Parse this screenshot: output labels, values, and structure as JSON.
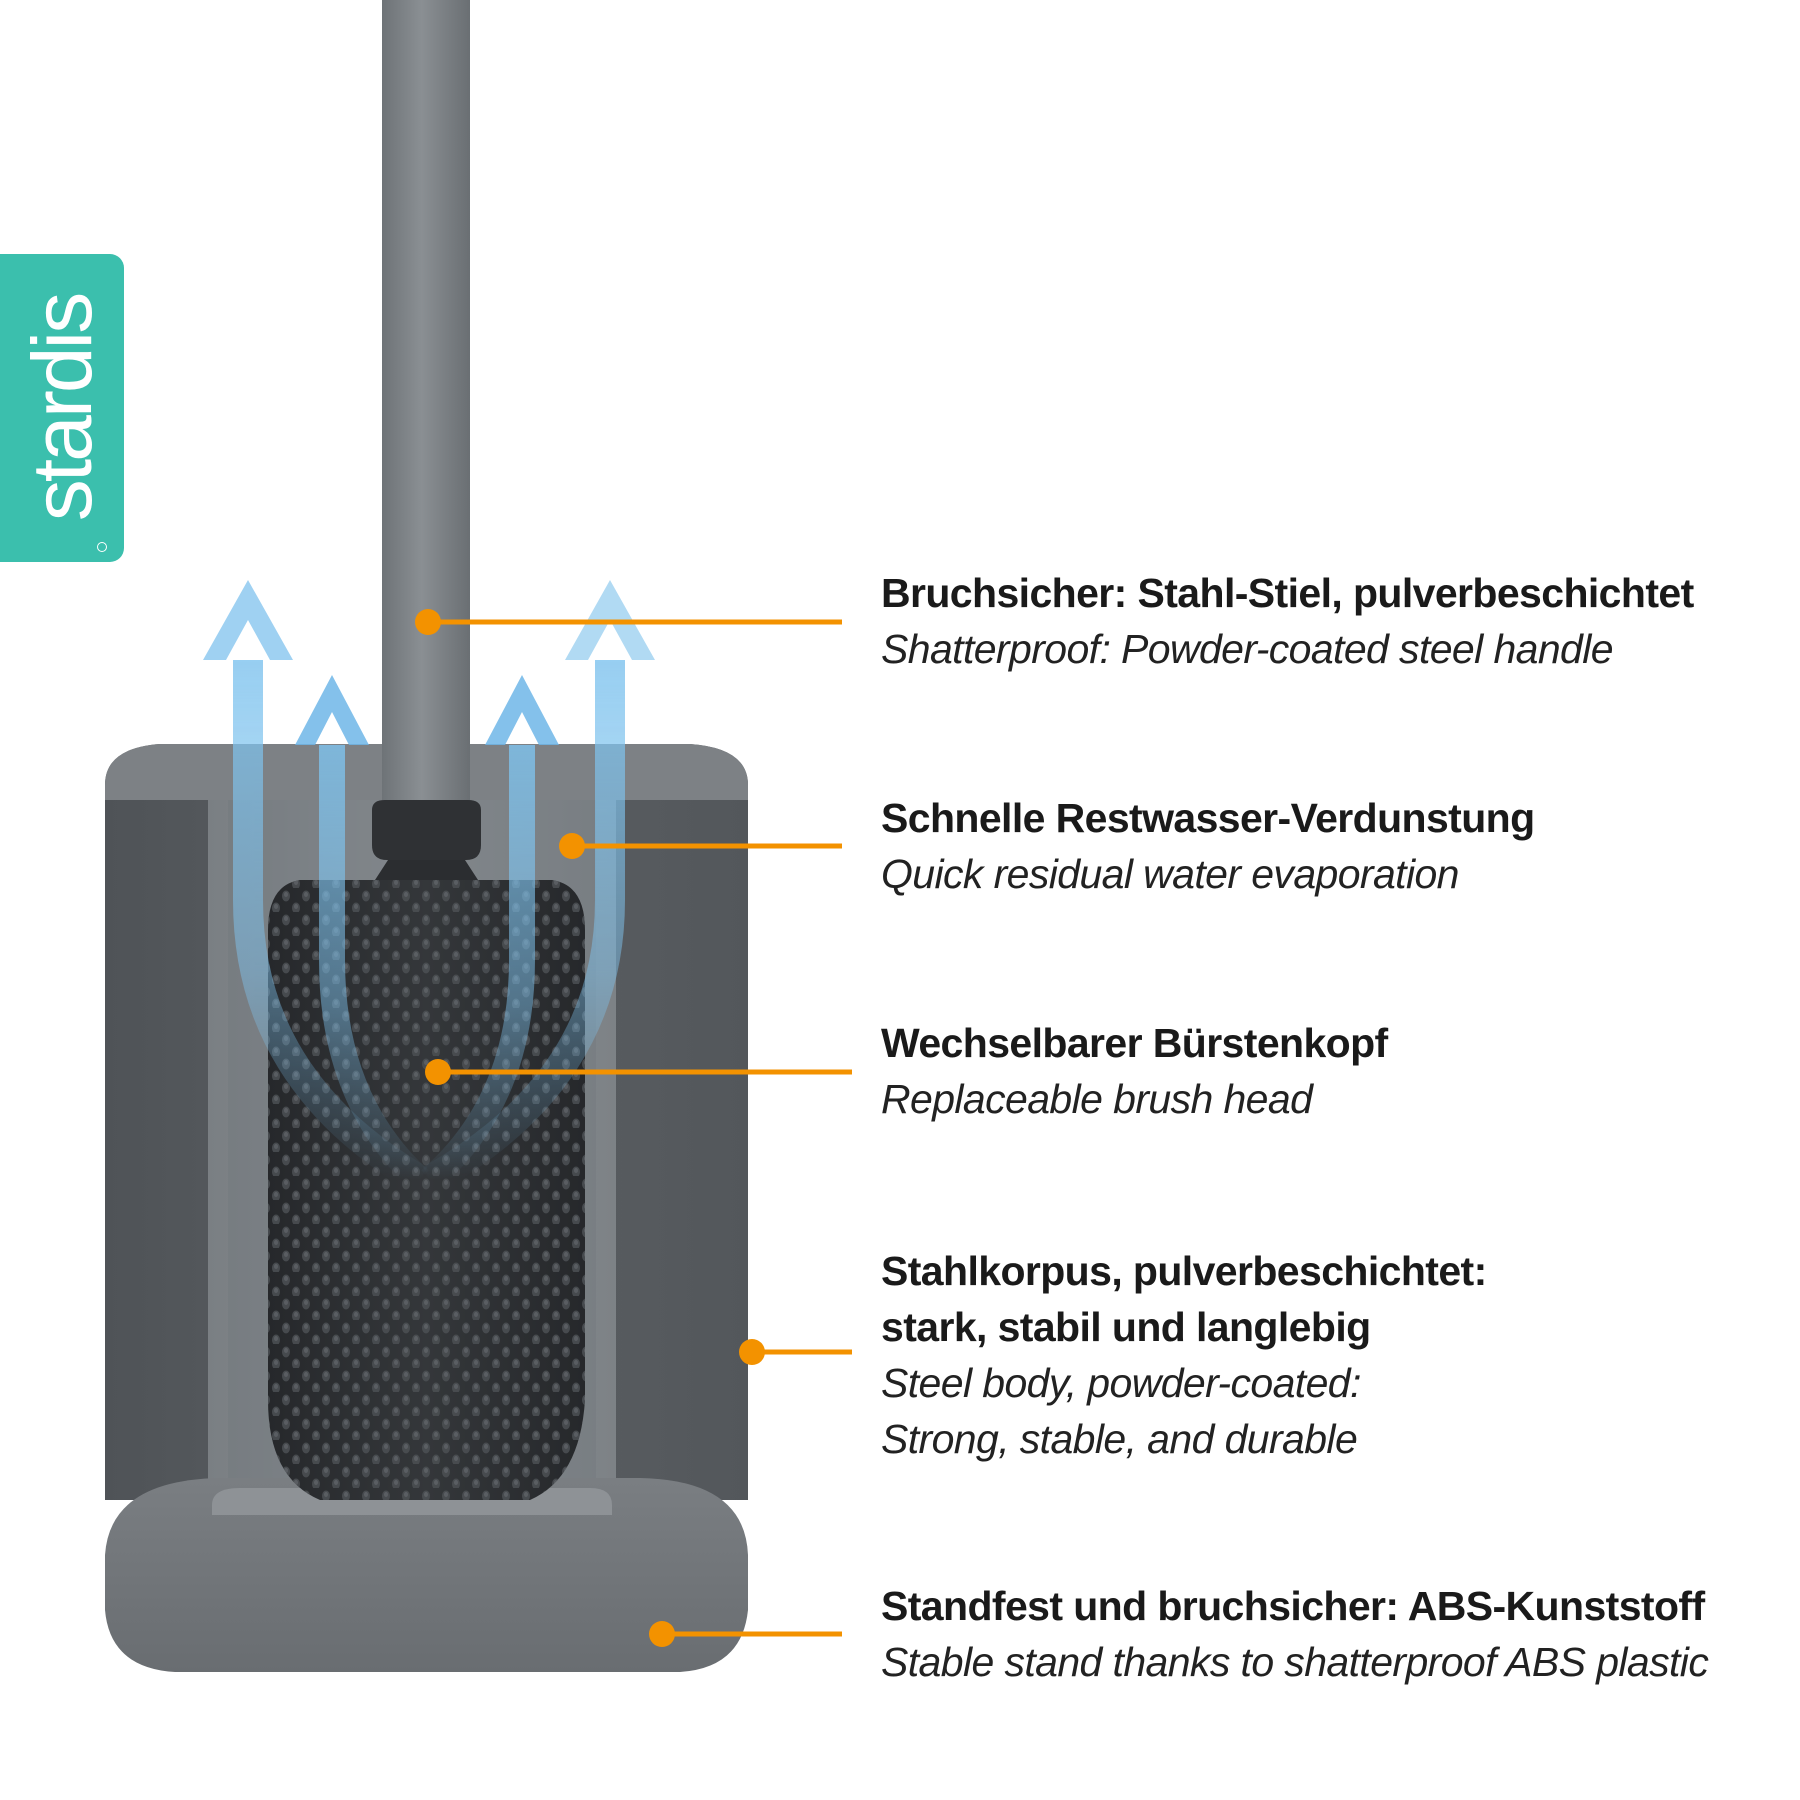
{
  "brand": {
    "name": "stardis",
    "color": "#3bbfad"
  },
  "colors": {
    "accent_line": "#f39200",
    "housing": "#595e63",
    "brush": "#2b2d30",
    "handle": "#7c8185",
    "airflow": "#7fc3ee"
  },
  "callouts": [
    {
      "de": "Bruchsicher: Stahl-Stiel, pulverbeschichtet",
      "en": "Shatterproof: Powder-coated steel handle"
    },
    {
      "de": "Schnelle Restwasser-Verdunstung",
      "en": "Quick residual water evaporation"
    },
    {
      "de": "Wechselbarer Bürstenkopf",
      "en": "Replaceable brush head"
    },
    {
      "de": "Stahlkorpus, pulverbeschichtet:\nstark, stabil und langlebig",
      "en": "Steel body, powder-coated:\nStrong, stable, and durable"
    },
    {
      "de": "Standfest und bruchsicher: ABS-Kunststoff",
      "en": "Stable stand thanks to shatterproof ABS plastic"
    }
  ]
}
